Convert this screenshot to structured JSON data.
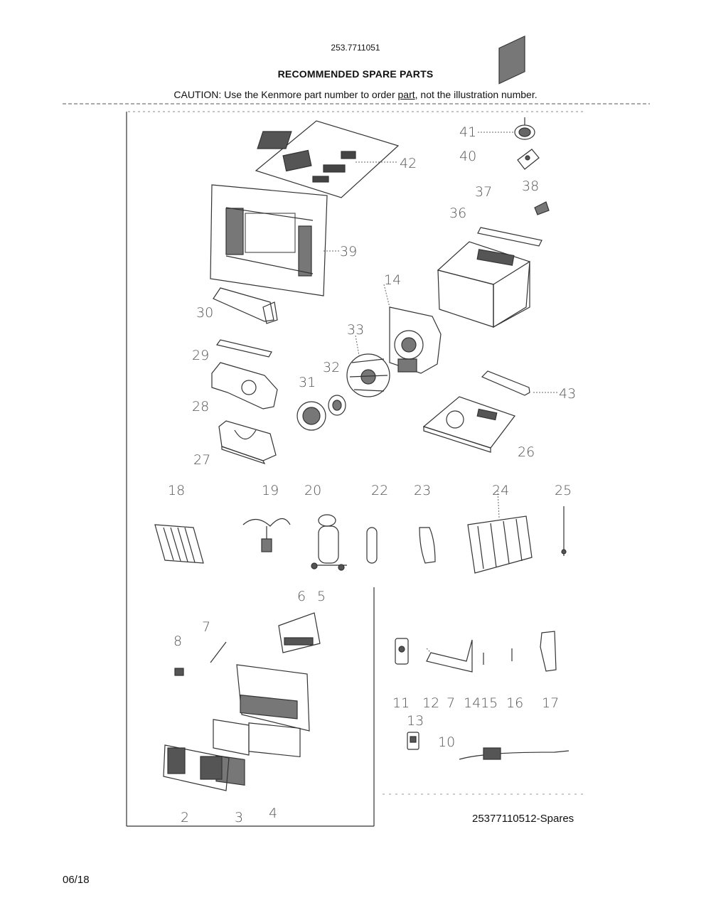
{
  "header": {
    "model_number": "253.7711051",
    "title": "RECOMMENDED SPARE PARTS",
    "caution_prefix": "CAUTION: Use the Kenmore part number to order ",
    "caution_link": "part",
    "caution_suffix": ", not the illustration number."
  },
  "diagram": {
    "callouts": [
      "41",
      "40",
      "42",
      "37",
      "38",
      "36",
      "39",
      "30",
      "14",
      "33",
      "29",
      "32",
      "28",
      "31",
      "43",
      "27",
      "26",
      "18",
      "19",
      "20",
      "22",
      "23",
      "24",
      "25",
      "6",
      "5",
      "8",
      "7",
      "11",
      "12",
      "7",
      "14",
      "15",
      "16",
      "17",
      "13",
      "10",
      "2",
      "3",
      "4"
    ]
  },
  "footer": {
    "reference": "25377110512-Spares",
    "date": "06/18"
  }
}
